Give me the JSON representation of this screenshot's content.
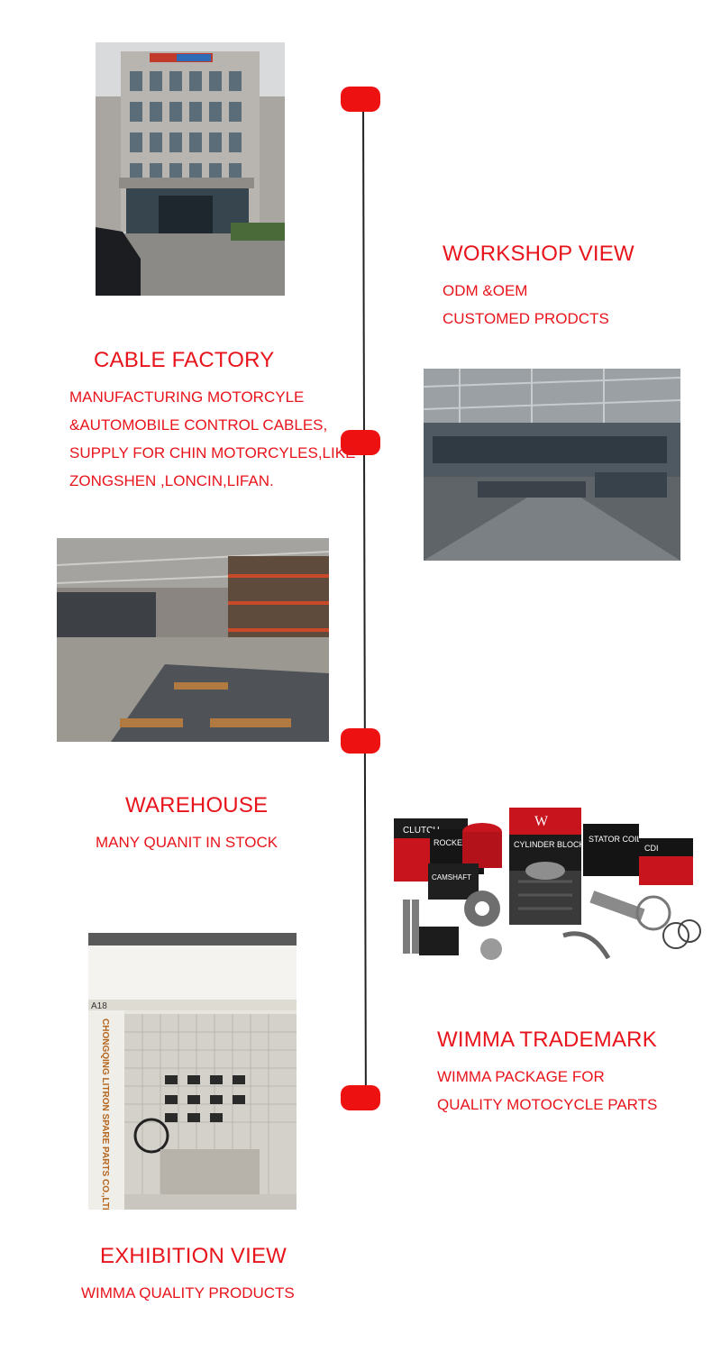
{
  "colors": {
    "accent": "#e8141c",
    "timeline": "#222222",
    "background": "#ffffff"
  },
  "sections": {
    "cable_factory": {
      "title": "CABLE  FACTORY",
      "lines": [
        "MANUFACTURING MOTORCYLE",
        "&AUTOMOBILE  CONTROL  CABLES,",
        "SUPPLY FOR CHIN MOTORCYLES,LIKE",
        "ZONGSHEN ,LONCIN,LIFAN."
      ]
    },
    "workshop": {
      "title": "WORKSHOP  VIEW",
      "lines": [
        "ODM &OEM",
        "CUSTOMED PRODCTS"
      ]
    },
    "warehouse": {
      "title": "WAREHOUSE",
      "lines": [
        "MANY QUANIT  IN STOCK"
      ]
    },
    "trademark": {
      "title": "WIMMA TRADEMARK",
      "lines": [
        "WIMMA  PACKAGE FOR",
        "QUALITY MOTOCYCLE PARTS"
      ]
    },
    "exhibition": {
      "title": "EXHIBITION VIEW",
      "lines": [
        "WIMMA  QUALITY PRODUCTS"
      ]
    }
  },
  "photos": {
    "exhibition_sign": "CHONGQING LITRON SPARE PARTS CO.,LTD",
    "booth_number": "A18",
    "product_labels": [
      "CLUTCH",
      "ROCKER ARM",
      "CYLINDER BLOCK",
      "STATOR COIL",
      "CDI",
      "CAMSHAFT"
    ],
    "brand_mark": "W"
  }
}
